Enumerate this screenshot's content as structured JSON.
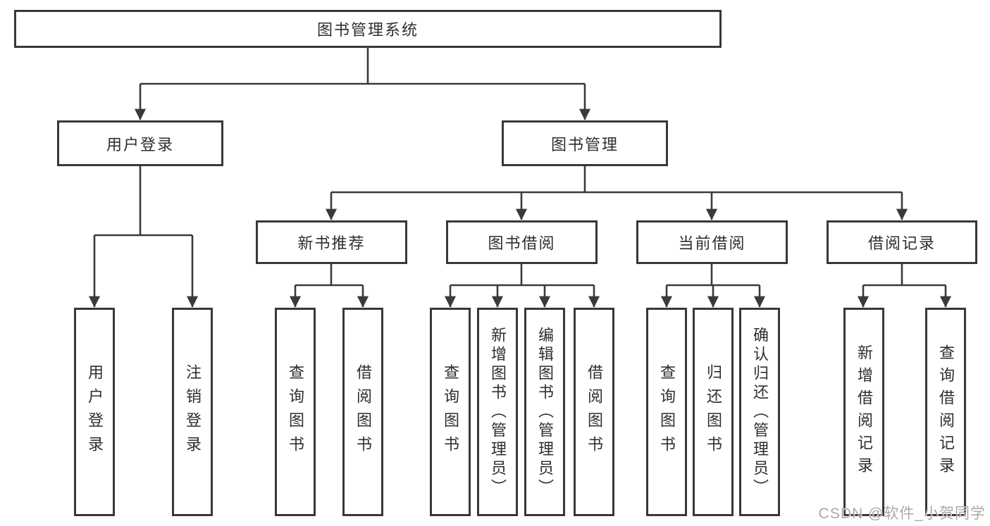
{
  "colors": {
    "line": "#3a3a3a",
    "box-border": "#383838",
    "text": "#2e2e2e",
    "watermark": "#a9a9a9",
    "background": "#ffffff"
  },
  "tree": {
    "root": {
      "label": "图书管理系统",
      "children": [
        {
          "label": "用户登录",
          "children": [
            {
              "label": "用户登录"
            },
            {
              "label": "注销登录"
            }
          ]
        },
        {
          "label": "图书管理",
          "children": [
            {
              "label": "新书推荐",
              "children": [
                {
                  "label": "查询图书"
                },
                {
                  "label": "借阅图书"
                }
              ]
            },
            {
              "label": "图书借阅",
              "children": [
                {
                  "label": "查询图书"
                },
                {
                  "label": "新增图书（管理员）"
                },
                {
                  "label": "编辑图书（管理员）"
                },
                {
                  "label": "借阅图书"
                }
              ]
            },
            {
              "label": "当前借阅",
              "children": [
                {
                  "label": "查询图书"
                },
                {
                  "label": "归还图书"
                },
                {
                  "label": "确认归还（管理员）"
                }
              ]
            },
            {
              "label": "借阅记录",
              "children": [
                {
                  "label": "新增借阅记录"
                },
                {
                  "label": "查询借阅记录"
                }
              ]
            }
          ]
        }
      ]
    }
  },
  "watermark": {
    "text": "CSDN @软件_小贺同学"
  }
}
